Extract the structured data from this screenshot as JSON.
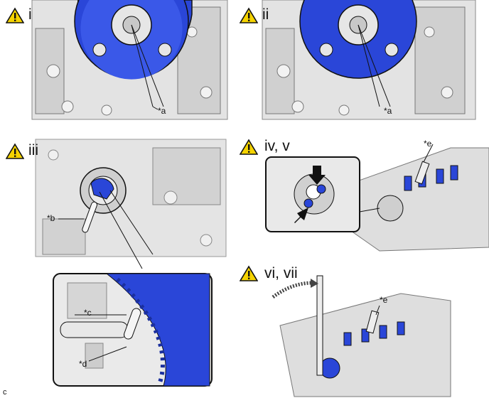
{
  "panels": [
    {
      "id": "i",
      "label": "i",
      "callouts": [
        "*a"
      ]
    },
    {
      "id": "ii",
      "label": "ii",
      "callouts": [
        "*a"
      ]
    },
    {
      "id": "iii",
      "label": "iii",
      "callouts": [
        "*b",
        "*c",
        "*d"
      ]
    },
    {
      "id": "iv-v",
      "label": "iv, v",
      "callouts": [
        "*e"
      ]
    },
    {
      "id": "vi-vii",
      "label": "vi, vii",
      "callouts": [
        "*e"
      ]
    }
  ],
  "footer_code": "c",
  "colors": {
    "part_blue": "#2a46d8",
    "warning_yellow": "#f5d300",
    "outline": "#222222",
    "metal": "#d8d8d8",
    "metal_dark": "#a9a9a9"
  },
  "icons": [
    "warning-icon",
    "arrow-icon",
    "rotation-arrow-icon"
  ]
}
